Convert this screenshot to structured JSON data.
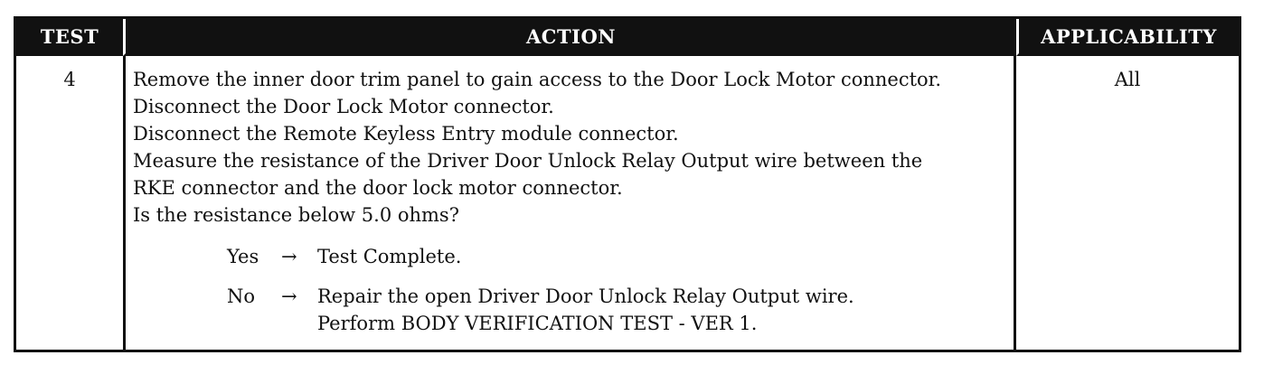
{
  "table": {
    "headers": {
      "test": "TEST",
      "action": "ACTION",
      "applicability": "APPLICABILITY"
    },
    "row": {
      "test_number": "4",
      "applicability": "All",
      "action_lines": [
        "Remove the inner door trim panel to gain access to the Door Lock Motor connector.",
        "Disconnect the Door Lock Motor connector.",
        "Disconnect the Remote Keyless Entry module connector.",
        "Measure the resistance of the Driver Door Unlock Relay Output wire between the",
        "RKE connector and the door lock motor connector.",
        "Is the resistance below 5.0 ohms?"
      ],
      "results": [
        {
          "answer": "Yes",
          "arrow": "→",
          "lines": [
            "Test Complete."
          ]
        },
        {
          "answer": "No",
          "arrow": "→",
          "lines": [
            "Repair the open Driver Door Unlock Relay Output wire.",
            "Perform BODY VERIFICATION TEST - VER 1."
          ]
        }
      ]
    }
  }
}
